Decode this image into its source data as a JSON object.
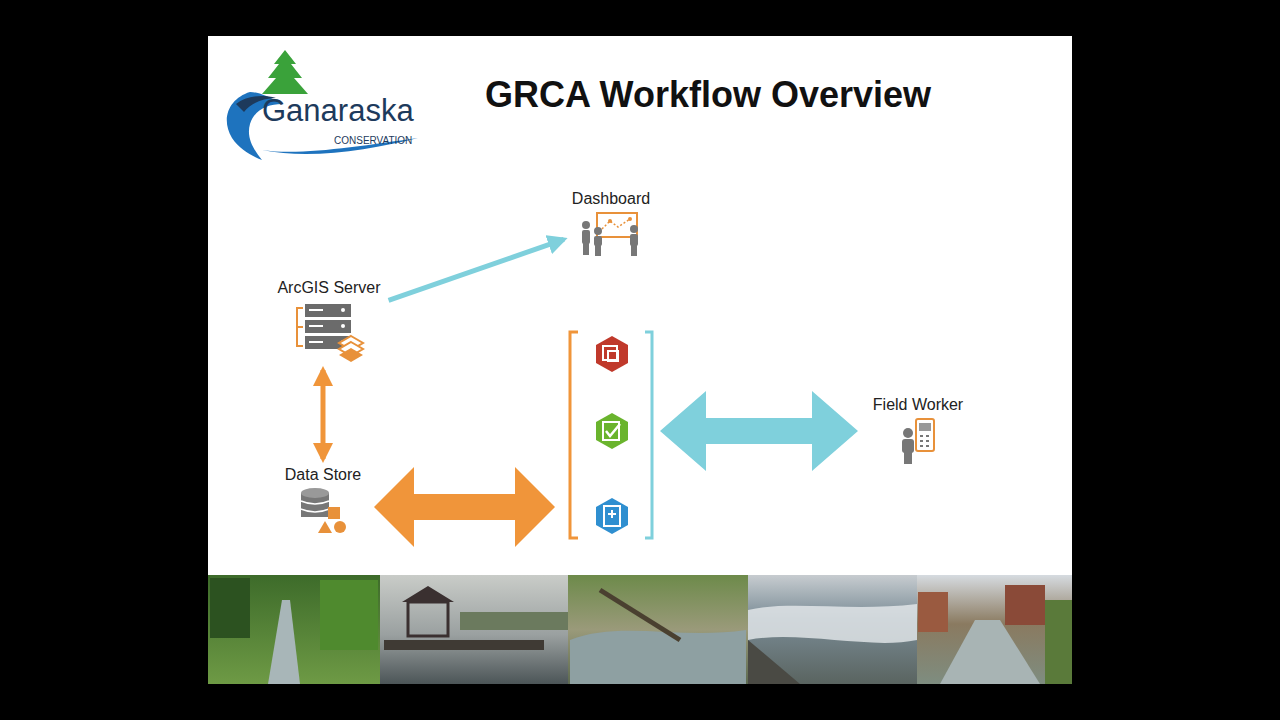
{
  "diagram": {
    "title": "GRCA Workflow Overview",
    "nodes": [
      {
        "text": [
          "Dashboard"
        ]
      },
      {
        "text": [
          "ArcGIS Server"
        ]
      },
      {
        "text": [
          "Data Store"
        ]
      },
      {
        "text": [
          "Field Worker"
        ]
      }
    ],
    "edges": [
      {
        "from": 1,
        "to": 0,
        "arrow": "to"
      },
      {
        "from": 1,
        "to": 2,
        "arrow": "both"
      }
    ],
    "labels": [
      "Ganaraska",
      "CONSERVATION"
    ]
  }
}
